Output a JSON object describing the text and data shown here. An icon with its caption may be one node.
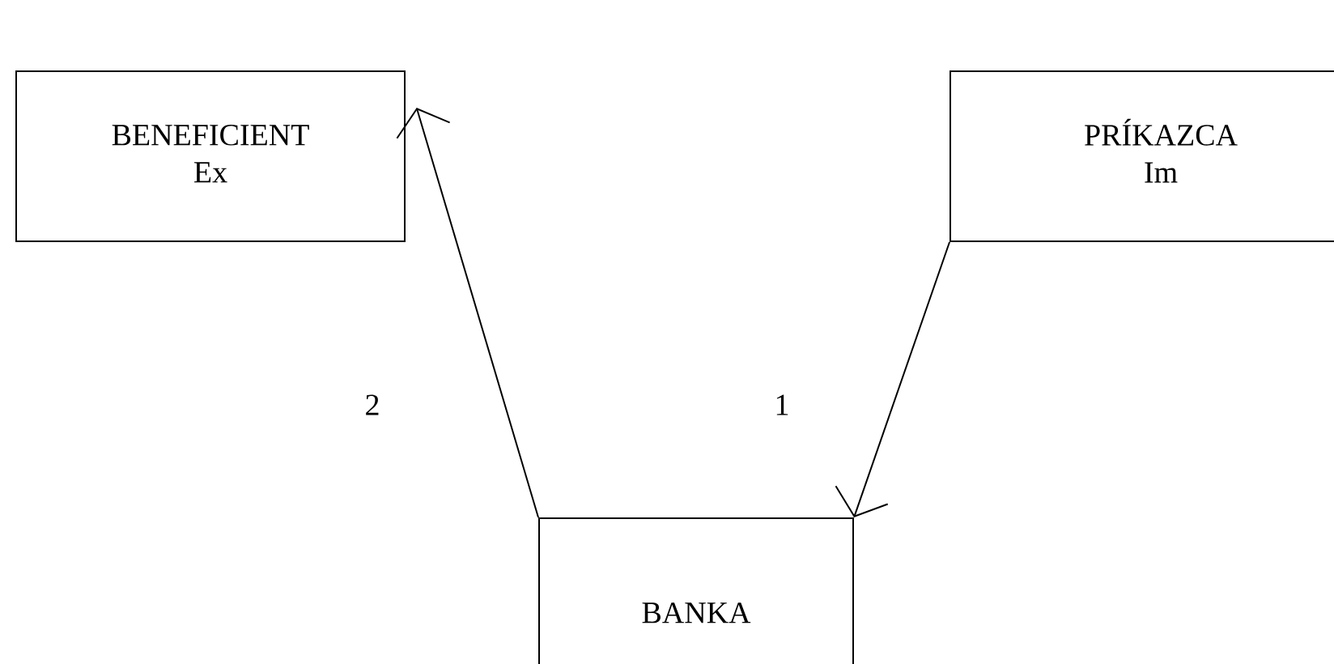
{
  "diagram": {
    "nodes": [
      {
        "text": [
          "BENEFICIENT",
          "Ex"
        ]
      },
      {
        "text": [
          "PRÍKAZCA",
          "Im"
        ]
      },
      {
        "text": [
          "BANKA"
        ]
      }
    ],
    "edges": [
      {
        "from": 1,
        "to": 2,
        "arrow": "to",
        "label": "1"
      },
      {
        "from": 2,
        "to": 0,
        "arrow": "to",
        "label": "2"
      }
    ]
  }
}
